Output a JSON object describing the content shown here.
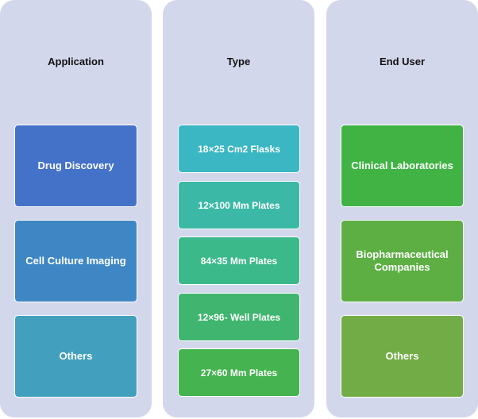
{
  "columns": [
    {
      "title": "Application",
      "items": [
        {
          "label": "Drug Discovery",
          "color": "#4472c8"
        },
        {
          "label": "Cell Culture Imaging",
          "color": "#3f87c4"
        },
        {
          "label": "Others",
          "color": "#42a0be"
        }
      ]
    },
    {
      "title": "Type",
      "items": [
        {
          "label": "18×25 Cm2 Flasks",
          "color": "#3bb7c4"
        },
        {
          "label": "12×100 Mm Plates",
          "color": "#3bb9a6"
        },
        {
          "label": "84×35 Mm Plates",
          "color": "#3cb98a"
        },
        {
          "label": "12×96- Well Plates",
          "color": "#40b56f"
        },
        {
          "label": "27×60 Mm Plates",
          "color": "#45b34f"
        }
      ]
    },
    {
      "title": "End User",
      "items": [
        {
          "label": "Clinical Laboratories",
          "color": "#40b344"
        },
        {
          "label": "Biopharmaceutical Companies",
          "color": "#5daf44"
        },
        {
          "label": "Others",
          "color": "#72ac46"
        }
      ]
    }
  ]
}
